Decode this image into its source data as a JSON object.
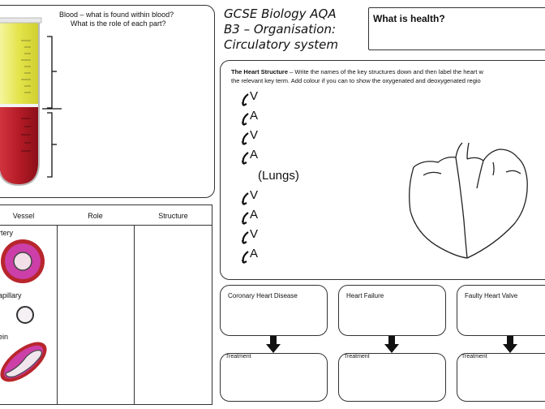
{
  "blood": {
    "heading_line1": "Blood – what is found within blood?",
    "heading_line2": "What is the role of each part?"
  },
  "vessels": {
    "headers": [
      "Vessel",
      "Role",
      "Structure"
    ],
    "rows": [
      "rtery",
      "apillary",
      "ein"
    ]
  },
  "title": {
    "line1": "GCSE Biology AQA",
    "line2": "B3 – Organisation:",
    "line3": "Circulatory system"
  },
  "health": {
    "label": "What is health?"
  },
  "heart": {
    "heading": "The Heart Structure",
    "instruction_line1": " – Write the names of the key structures down and then label the heart w",
    "instruction_line2": "the relevant key term. Add colour if you can to show the oxygenated and deoxygenated regio",
    "sequence": [
      "V",
      "A",
      "V",
      "A",
      "V",
      "A",
      "V",
      "A"
    ],
    "lungs": "(Lungs)"
  },
  "diseases": [
    {
      "name": "Coronary Heart Disease",
      "treatment": "Treatment"
    },
    {
      "name": "Heart Failure",
      "treatment": "Treatment"
    },
    {
      "name": "Faulty Heart Valve",
      "treatment": "Treatment"
    }
  ],
  "colors": {
    "plasma": "#e4e44c",
    "blood": "#b51c27",
    "vessel_pink": "#cc3fa8",
    "vessel_red": "#b8262d"
  }
}
